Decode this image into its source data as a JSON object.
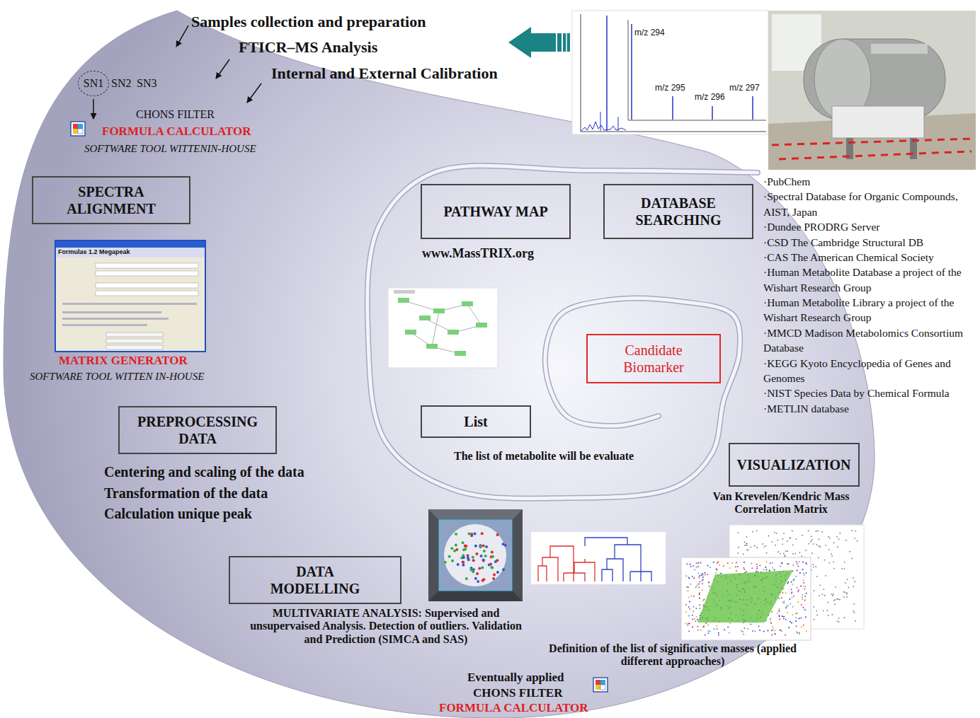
{
  "diagram": {
    "nodes": [
      {
        "text": [
          "SN1"
        ]
      },
      {
        "text": [
          "SPECTRA ALIGNMENT"
        ]
      },
      {
        "text": [
          "PATHWAY MAP"
        ]
      },
      {
        "text": [
          "DATABASE SEARCHING"
        ]
      },
      {
        "text": [
          "Candidate Biomarker"
        ]
      },
      {
        "text": [
          "List"
        ]
      },
      {
        "text": [
          "VISUALIZATION"
        ]
      },
      {
        "text": [
          "PREPROCESSING DATA"
        ]
      },
      {
        "text": [
          "DATA MODELLING"
        ]
      }
    ],
    "labels": [
      "Samples collection and preparation",
      "FTICR–MS Analysis",
      "Internal and External Calibration",
      "SN2",
      "SN3",
      "CHONS FILTER",
      "FORMULA CALCULATOR",
      "SOFTWARE TOOL WITTENIN-HOUSE",
      "MATRIX GENERATOR",
      "SOFTWARE TOOL WITTEN IN-HOUSE",
      "www.MassTRIX.org",
      "The list of metabolite will be evaluate",
      "·PubChem",
      "·Spectral Database for Organic Compounds, AIST, Japan",
      "·Dundee PRODRG Server",
      "·CSD The Cambridge Structural DB",
      "·CAS The American Chemical Society",
      "·Human Metabolite Database a project of the Wishart Research Group",
      "·Human Metabolite Library a project of the Wishart Research Group",
      "·MMCD Madison Metabolomics Consortium Database",
      "·KEGG Kyoto Encyclopedia of Genes and Genomes",
      "·NIST Species Data by Chemical Formula",
      "·METLIN database",
      "Van Krevelen/Kendric Mass Correlation Matrix",
      "Centering and scaling of the data",
      "Transformation of the data",
      "Calculation unique peak",
      "MULTIVARIATE ANALYSIS: Supervised and unsupervaised Analysis. Detection of outliers. Validation and Prediction (SIMCA and SAS)",
      "Definition of the list of significative masses (applied different approaches)",
      "Eventually applied",
      "CHONS FILTER",
      "FORMULA CALCULATOR",
      "m/z 294",
      "m/z 295",
      "m/z 296",
      "m/z 297",
      "Formulas 1.2 Megapeak"
    ]
  }
}
